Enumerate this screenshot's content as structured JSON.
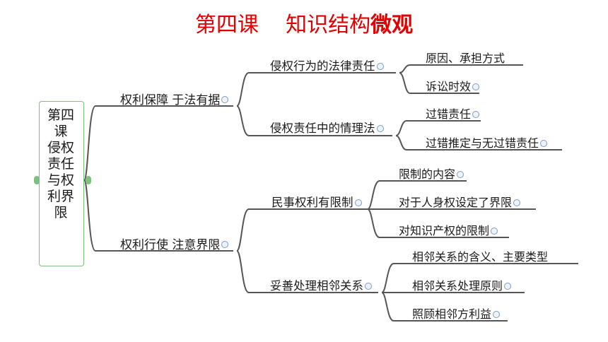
{
  "header": {
    "title_main": "第四课    知识结构",
    "title_bold": "微观"
  },
  "root": {
    "label": "第四课 侵权责任与权利界限"
  },
  "branch_a": {
    "label": "权利保障 于法有据",
    "sub1": {
      "label": "侵权行为的法律责任",
      "leaves": [
        "原因、承担方式",
        "诉讼时效"
      ]
    },
    "sub2": {
      "label": "侵权责任中的情理法",
      "leaves": [
        "过错责任",
        "过错推定与无过错责任"
      ]
    }
  },
  "branch_b": {
    "label": "权利行使 注意界限",
    "sub1": {
      "label": "民事权利有限制",
      "leaves": [
        "限制的内容",
        "对于人身权设定了界限",
        "对知识产权的限制"
      ]
    },
    "sub2": {
      "label": "妥善处理相邻关系",
      "leaves": [
        "相邻关系的含义、主要类型",
        "相邻关系处理原则",
        "照顾相邻方利益"
      ]
    }
  },
  "colors": {
    "title": "#e00000",
    "lines": "#555555",
    "root_border": "#7fbf7f"
  }
}
